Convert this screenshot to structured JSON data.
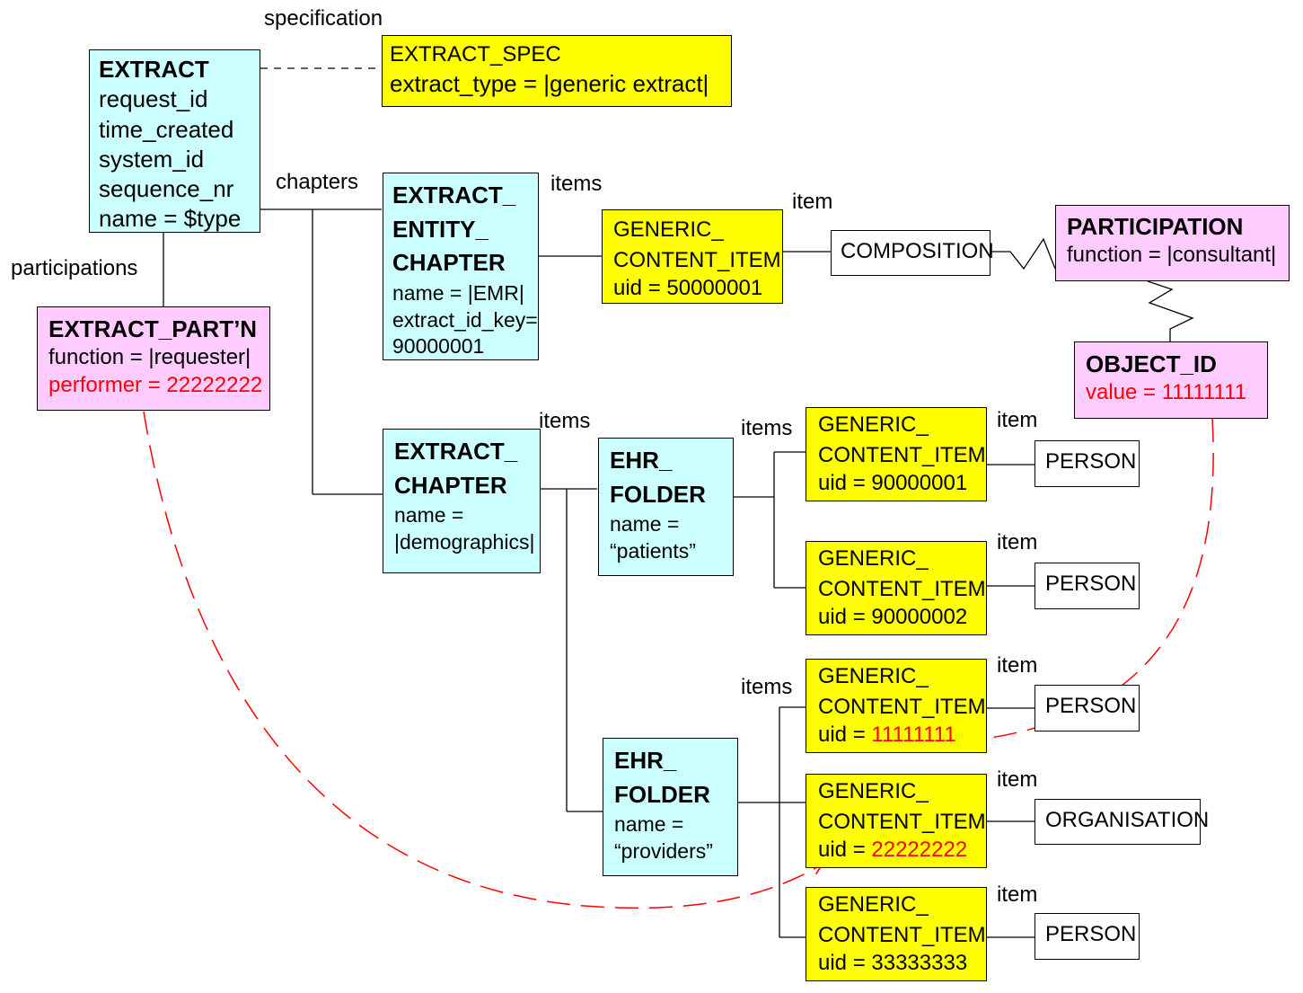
{
  "labels": {
    "specification": "specification",
    "chapters": "chapters",
    "participations": "participations",
    "items_entity": "items",
    "item_composition": "item",
    "items_chapter": "items",
    "items_patients": "items",
    "items_providers": "items",
    "item_1": "item",
    "item_2": "item",
    "item_3": "item",
    "item_4": "item",
    "item_5": "item"
  },
  "extract": {
    "title": "EXTRACT",
    "fields": [
      "request_id",
      "time_created",
      "system_id",
      "sequence_nr",
      "name = $type"
    ]
  },
  "extract_spec": {
    "title": "EXTRACT_SPEC",
    "fields": [
      "extract_type = |generic extract|"
    ]
  },
  "extract_partn": {
    "title": "EXTRACT_PART’N",
    "function": "function = |requester|",
    "performer": "performer = 22222222"
  },
  "entity_chapter": {
    "title": [
      "EXTRACT_",
      "ENTITY_",
      "CHAPTER"
    ],
    "fields": [
      "name = |EMR|",
      "extract_id_key=",
      "90000001"
    ]
  },
  "extract_chapter": {
    "title": [
      "EXTRACT_",
      "CHAPTER"
    ],
    "fields": [
      "name =",
      "|demographics|"
    ]
  },
  "gci_composition": {
    "lines": [
      "GENERIC_",
      "CONTENT_ITEM",
      "uid = 50000001"
    ]
  },
  "composition": {
    "label": "COMPOSITION"
  },
  "participation": {
    "title": "PARTICIPATION",
    "function": "function = |consultant|"
  },
  "object_id": {
    "title": "OBJECT_ID",
    "value": "value = 11111111"
  },
  "folder_patients": {
    "title": [
      "EHR_",
      "FOLDER"
    ],
    "fields": [
      "name =",
      "“patients”"
    ]
  },
  "folder_providers": {
    "title": [
      "EHR_",
      "FOLDER"
    ],
    "fields": [
      "name =",
      "“providers”"
    ]
  },
  "gci_items": [
    {
      "l1": "GENERIC_",
      "l2": "CONTENT_ITEM",
      "uid_prefix": "uid = ",
      "uid": "90000001",
      "uid_highlight": false
    },
    {
      "l1": "GENERIC_",
      "l2": "CONTENT_ITEM",
      "uid_prefix": "uid = ",
      "uid": "90000002",
      "uid_highlight": false
    },
    {
      "l1": "GENERIC_",
      "l2": "CONTENT_ITEM",
      "uid_prefix": "uid = ",
      "uid": "11111111",
      "uid_highlight": true
    },
    {
      "l1": "GENERIC_",
      "l2": "CONTENT_ITEM",
      "uid_prefix": "uid = ",
      "uid": "22222222",
      "uid_highlight": true
    },
    {
      "l1": "GENERIC_",
      "l2": "CONTENT_ITEM",
      "uid_prefix": "uid = ",
      "uid": "33333333",
      "uid_highlight": false
    }
  ],
  "entities": [
    "PERSON",
    "PERSON",
    "PERSON",
    "ORGANISATION",
    "PERSON"
  ],
  "colors": {
    "cyan": "#ccffff",
    "yellow": "#ffff00",
    "pink": "#ffccff",
    "reference_arrow": "#ff0000"
  }
}
